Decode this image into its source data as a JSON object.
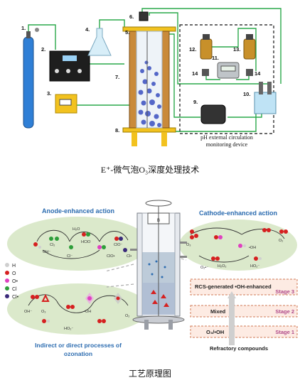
{
  "top": {
    "labels": {
      "n1": "1.",
      "n2": "2.",
      "n3": "3.",
      "n4": "4.",
      "n5": "5.",
      "n6": "6.",
      "n7": "7.",
      "n8": "8.",
      "n9": "9.",
      "n10": "10.",
      "n11": "11.",
      "n12": "12.",
      "n13": "13.",
      "n14a": "14",
      "n14b": "14"
    },
    "box_caption_1": "pH external circulation",
    "box_caption_2": "monitoring device",
    "caption": "E⁺-微气泡O₃深度处理技术"
  },
  "bottom": {
    "anode_title": "Anode-enhanced action",
    "cathode_title": "Cathode-enhanced action",
    "indirect_title_1": "Indirect or direct processes of",
    "indirect_title_2": "ozonation",
    "legend": [
      "H",
      "O",
      "O•",
      "Cl",
      "Cl•"
    ],
    "legend_colors": [
      "#cfcfcf",
      "#d62020",
      "#e040c0",
      "#2e9e3a",
      "#3a2a7a"
    ],
    "stage3_label": "RCS-generated •OH-enhanced",
    "stage3": "Stage 3",
    "stage2_label": "Mixed",
    "stage2": "Stage 2",
    "stage1_label": "O₃/•OH",
    "stage1": "Stage 1",
    "refractory": "Refractory compounds",
    "caption": "工艺原理图",
    "anode_species": [
      "H₂O",
      "Cl⁻",
      "HClO",
      "ClO⁻",
      "Cl₂",
      "OH⁻",
      "Cl•",
      "ClO•"
    ],
    "cathode_species": [
      "O₂",
      "O₃",
      "HO₂⁻",
      "H₂O₂",
      "•OH",
      "O₂•⁻"
    ],
    "indirect_species": [
      "O₃",
      "OH⁻",
      "HO₂⁻",
      "•OH",
      "O₂"
    ],
    "cell_label": "B"
  }
}
